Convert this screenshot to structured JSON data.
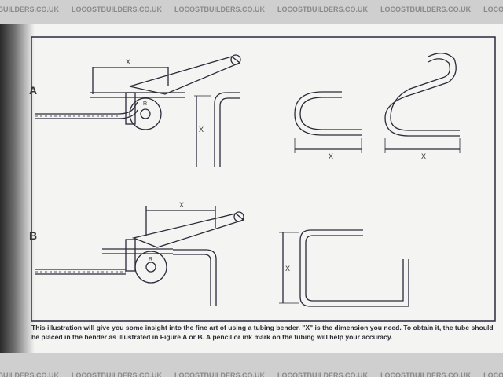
{
  "watermark": {
    "text": "LOCOSTBUILDERS.CO.UK"
  },
  "figure": {
    "label_a": "A",
    "label_b": "B",
    "dimension_label": "X",
    "bender_mark": "R"
  },
  "caption": {
    "line1": "This illustration will give you some insight into the fine art of using a tubing bender. \"X\" is the dimension you need. To obtain it, the tube should",
    "line2": "be placed in the bender as illustrated in Figure A or B. A pencil or ink mark on the tubing will help your accuracy."
  }
}
